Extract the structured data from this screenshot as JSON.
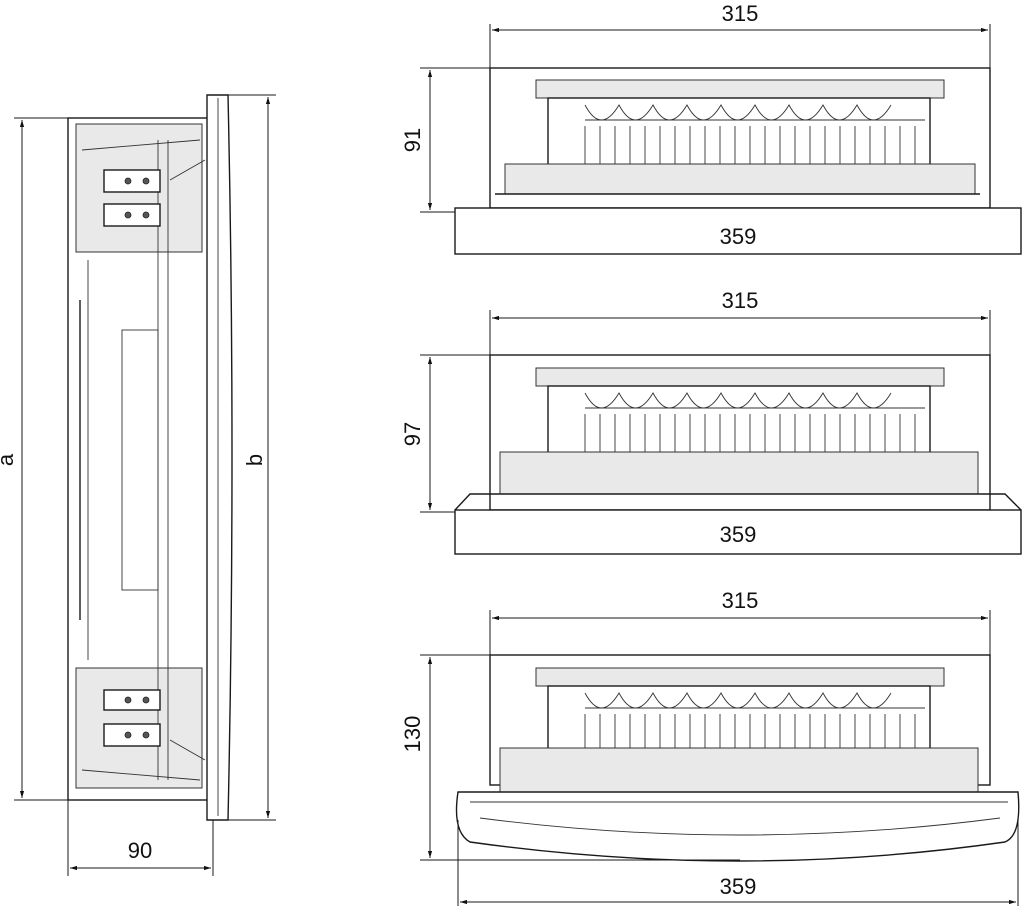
{
  "side_view": {
    "label_height_a": "a",
    "label_height_b": "b",
    "label_depth": "90"
  },
  "views": [
    {
      "id": "view-1",
      "label_width_top": "315",
      "label_width_bottom": "359",
      "label_depth": "91"
    },
    {
      "id": "view-2",
      "label_width_top": "315",
      "label_width_bottom": "359",
      "label_depth": "97"
    },
    {
      "id": "view-3",
      "label_width_top": "315",
      "label_width_bottom": "359",
      "label_depth": "130"
    }
  ]
}
